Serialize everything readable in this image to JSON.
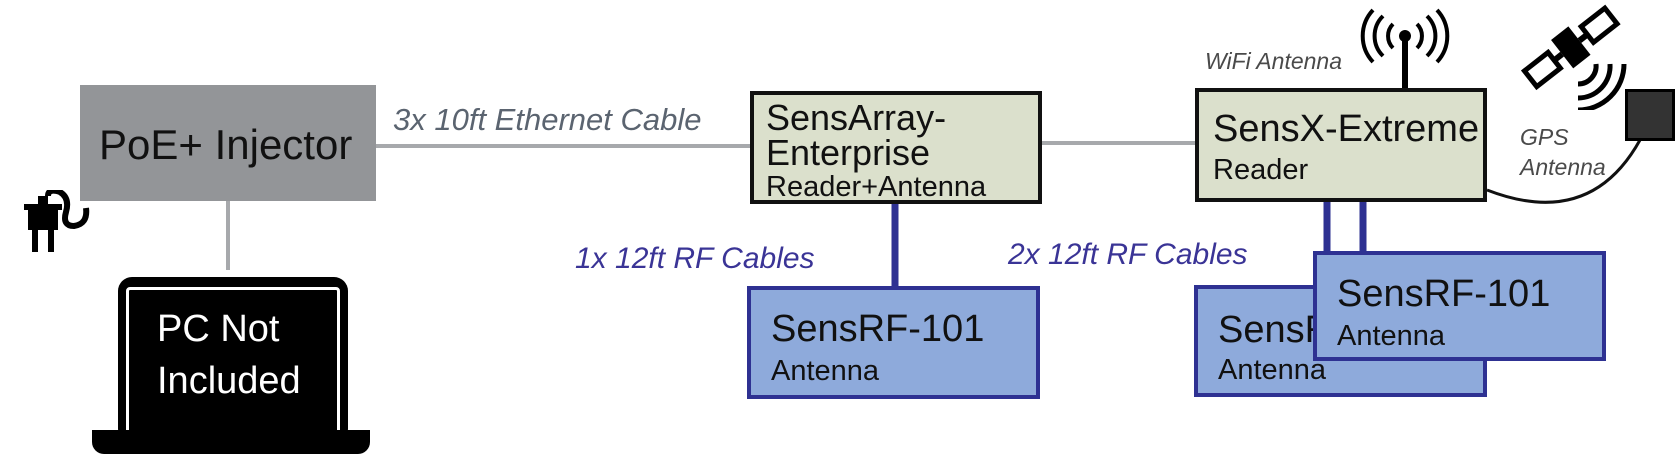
{
  "poe": {
    "label": "PoE+ Injector"
  },
  "laptop": {
    "line1": "PC Not",
    "line2": "Included"
  },
  "reader1": {
    "line1": "SensArray-",
    "line2": "Enterprise",
    "line3": "Reader+Antenna"
  },
  "reader2": {
    "line1": "SensX-Extreme",
    "line2": "Reader"
  },
  "antenna1": {
    "line1": "SensRF-101",
    "line2": "Antenna"
  },
  "antenna2": {
    "line1": "SensRF-101",
    "line2": "Antenna"
  },
  "antenna3": {
    "line1": "SensRF-101",
    "line2": "Antenna"
  },
  "cables": {
    "ethernet": "3x 10ft Ethernet Cable",
    "rf_single": "1x 12ft RF Cables",
    "rf_double": "2x 12ft RF Cables"
  },
  "wifi": {
    "label": "WiFi Antenna"
  },
  "gps": {
    "line1": "GPS",
    "line2": "Antenna"
  },
  "colors": {
    "injector": "#939598",
    "reader_fill": "#dbe0cc",
    "antenna_fill": "#8eaadb",
    "antenna_border": "#2e3192",
    "ethernet_line": "#a7a9ac",
    "rf_line": "#2e3192",
    "rf_caption": "#3a3496"
  },
  "icons": [
    "power-plug-icon",
    "laptop-icon",
    "wifi-antenna-icon",
    "satellite-icon",
    "gps-antenna-icon"
  ]
}
